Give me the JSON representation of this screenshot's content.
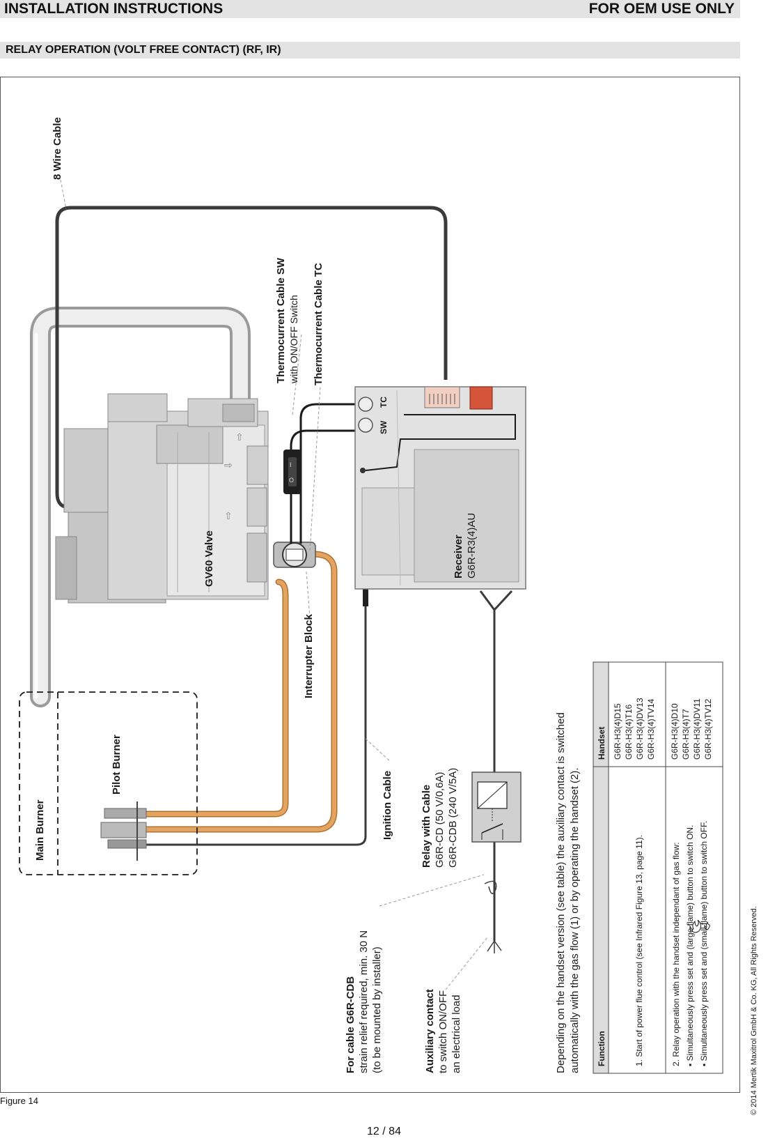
{
  "header": {
    "left": "INSTALLATION INSTRUCTIONS",
    "right": "FOR OEM USE ONLY"
  },
  "section_title": "RELAY OPERATION (VOLT FREE CONTACT) (RF, IR)",
  "labels": {
    "wire_cable": "8 Wire Cable",
    "tc_sw_title": "Thermocurrent Cable SW",
    "tc_sw_sub": "with ON/OFF Switch",
    "tc_tc": "Thermocurrent Cable TC",
    "valve": "GV60 Valve",
    "interrupter": "Interrupter Block",
    "receiver_title": "Receiver",
    "receiver_model": "G6R-R3(4)AU",
    "sw": "SW",
    "tc": "TC",
    "main_burner": "Main Burner",
    "pilot_burner": "Pilot Burner",
    "ignition": "Ignition Cable",
    "relay_title": "Relay with Cable",
    "relay_l1": "G6R-CD (50 V/0,6A)",
    "relay_l2": "G6R-CDB (240 V/5A)",
    "cable_title": "For cable G6R-CDB",
    "cable_l1": "strain relief required, min. 30 N",
    "cable_l2": "(to be mounted by installer)",
    "aux_title": "Auxiliary contact",
    "aux_l1": "to switch ON/OFF",
    "aux_l2": "an electrical load"
  },
  "note": {
    "line1": "Depending on the handset version (see table) the auxiliary contact is switched",
    "line2": "automatically with the gas flow (1) or by operating the handset (2)."
  },
  "table": {
    "col_function": "Function",
    "col_handset": "Handset",
    "row1_function": "1.  Start of power flue control (see Infrared Figure 13, page 11).",
    "row1_handsets": [
      "G6R-H3(4)D15",
      "G6R-H3(4)T16",
      "G6R-H3(4)DV13",
      "G6R-H3(4)TV14"
    ],
    "row2_function_l1": "2.  Relay operation with the handset independant of gas flow:",
    "row2_function_l2": "▪   Simultaneously press set and    (large flame) button to switch ON.",
    "row2_function_l3": "▪   Simultaneously press set and    (small flame) button to switch OFF.",
    "row2_handsets": [
      "G6R-H3(4)D10",
      "G6R-H3(4)T7",
      "G6R-H3(4)DV11",
      "G6R-H3(4)TV12"
    ]
  },
  "copyright": "© 2014 Mertik Maxitrol GmbH & Co. KG, All Rights Reserved.",
  "figure_caption": "Figure 14",
  "page_number": "12 / 84",
  "colors": {
    "header_bg": "#e3e3e3",
    "copper": "#e1a462",
    "receiver_grey": "#e2e2e2",
    "cable_dark": "#3a3a3a",
    "connector_red": "#d4553a",
    "connector_pink": "#f1cfc1"
  }
}
